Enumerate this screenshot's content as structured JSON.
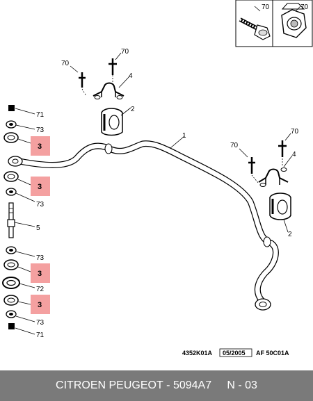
{
  "callouts": {
    "c1": "1",
    "c2a": "2",
    "c2b": "2",
    "c4a": "4",
    "c4b": "4",
    "c70_box": "70",
    "c70a": "70",
    "c70b": "70",
    "c70c": "70",
    "c70d": "70",
    "c71a": "71",
    "c71b": "71",
    "c73a": "73",
    "c73b": "73",
    "c73c": "73",
    "c73d": "73",
    "c5": "5",
    "c72": "72"
  },
  "highlights": [
    "3",
    "3",
    "3",
    "3"
  ],
  "reference": {
    "code": "4352K01A",
    "date": "05/2005",
    "af": "AF 50C01A"
  },
  "footer": {
    "brand": "CITROEN PEUGEOT",
    "part_number": "5094A7",
    "index": "N - 03",
    "separator": " - "
  },
  "colors": {
    "highlight": "#f4a0a0",
    "footer_bg": "#7a7a7a",
    "line": "#000000"
  }
}
